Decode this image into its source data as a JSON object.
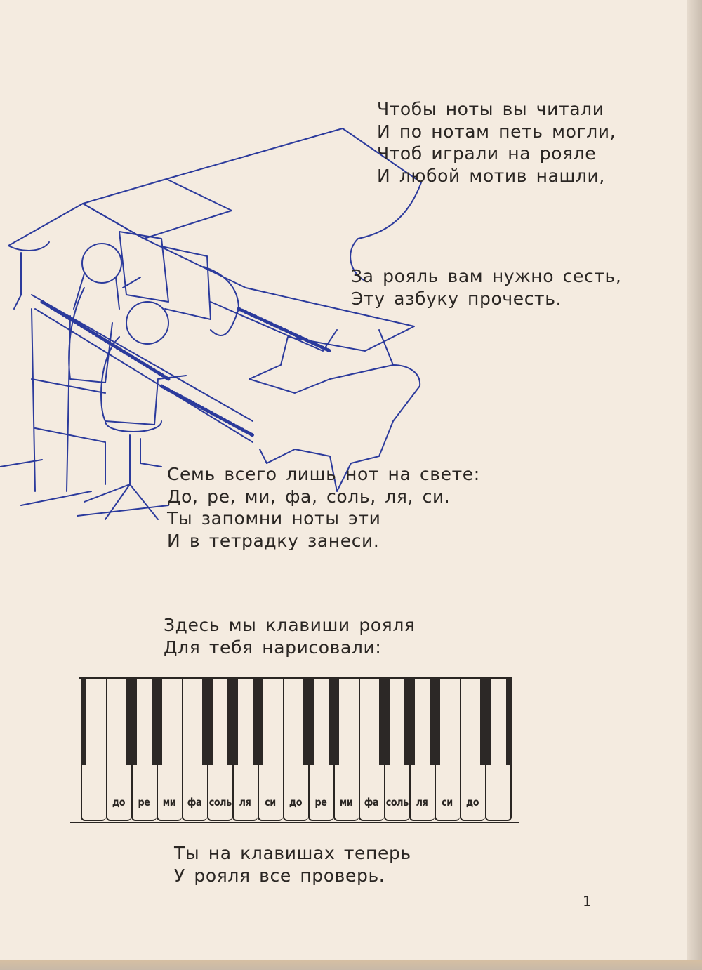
{
  "stanzas": [
    {
      "lines": [
        "Чтобы ноты вы читали",
        "И по нотам петь могли,",
        "Чтоб играли на рояле",
        "И любой мотив нашли,"
      ]
    },
    {
      "lines": [
        "За рояль вам нужно сесть,",
        "Эту азбуку прочесть."
      ]
    },
    {
      "lines": [
        "Семь всего лишь нот на свете:",
        "До, ре, ми, фа, соль, ля, си.",
        "Ты запомни ноты эти",
        "И в тетрадку занеси."
      ]
    },
    {
      "lines": [
        "Здесь мы клавиши рояля",
        "Для тебя нарисовали:"
      ]
    },
    {
      "lines": [
        "Ты на клавишах теперь",
        "У рояля все проверь."
      ]
    }
  ],
  "keyboard": {
    "labels": [
      "",
      "до",
      "ре",
      "ми",
      "фа",
      "соль",
      "ля",
      "си",
      "до",
      "ре",
      "ми",
      "фа",
      "соль",
      "ля",
      "си",
      "до",
      ""
    ]
  },
  "page_number": "1",
  "colors": {
    "ink": "#2a2623",
    "illustration": "#2b3a9c",
    "paper": "#f4ebe0"
  }
}
